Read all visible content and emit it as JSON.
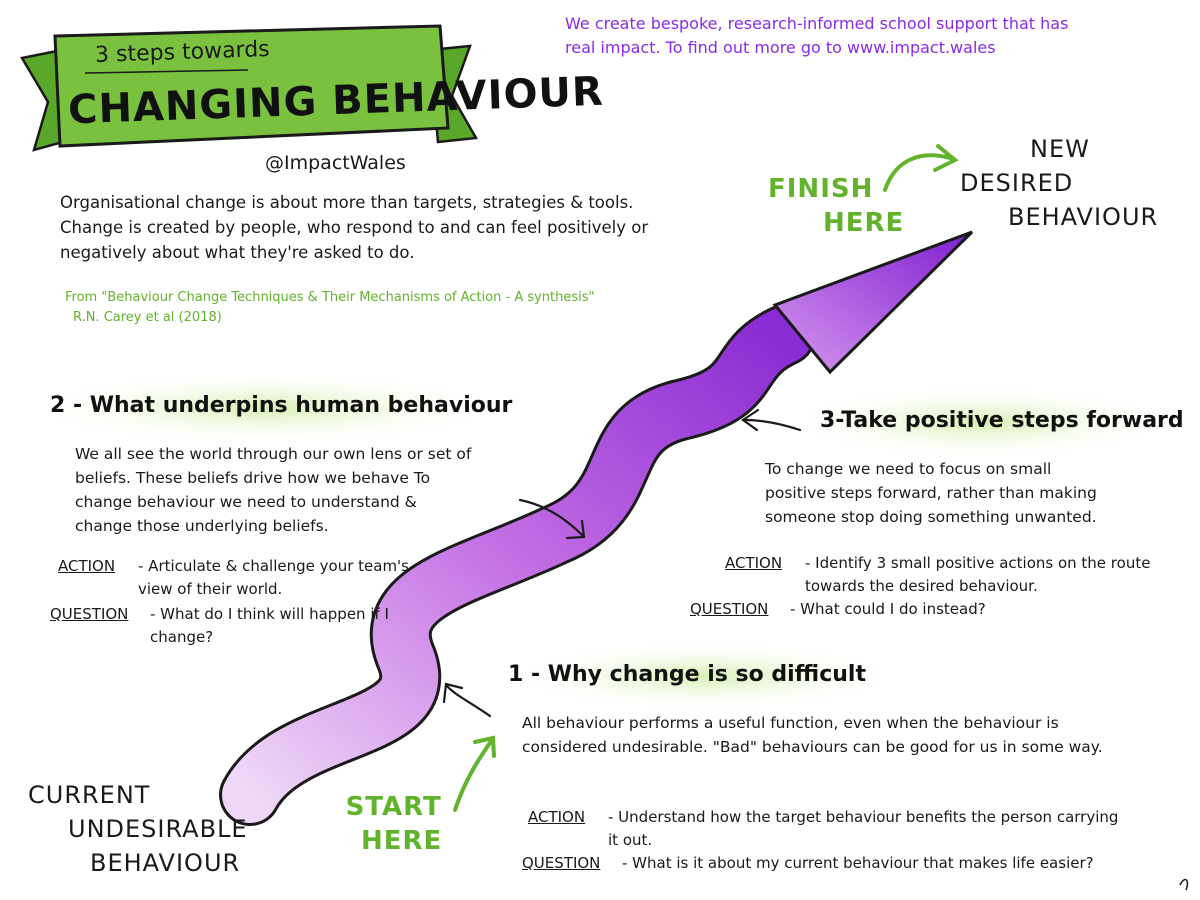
{
  "header": {
    "subtitle": "3 steps towards",
    "title": "CHANGING BEHAVIOUR",
    "handle": "@ImpactWales"
  },
  "promo": "We create bespoke, research-informed school support that has real impact. To find out more go to www.impact.wales",
  "intro": "Organisational change is about more than targets, strategies & tools. Change is created by people, who respond to and can feel positively or negatively about what they're asked to do.",
  "citation": {
    "line1": "From \"Behaviour Change Techniques & Their Mechanisms of Action - A synthesis\"",
    "line2": "R.N. Carey et al (2018)"
  },
  "sections": {
    "one": {
      "title": "1 - Why change is so difficult",
      "body": "All behaviour performs a useful function, even when the behaviour is considered undesirable. \"Bad\" behaviours can be good for us in some way.",
      "action_label": "ACTION",
      "action": "- Understand how the target behaviour benefits the person carrying it out.",
      "question_label": "QUESTION",
      "question": "- What is it about my current behaviour that makes life easier?"
    },
    "two": {
      "title": "2 - What underpins human behaviour",
      "body": "We all see the world through our own lens or set of beliefs. These beliefs drive how we behave To change behaviour we need to understand & change those underlying beliefs.",
      "action_label": "ACTION",
      "action": "- Articulate & challenge your team's view of their world.",
      "question_label": "QUESTION",
      "question": "- What do I think will happen if I change?"
    },
    "three": {
      "title": "3-Take positive steps forward",
      "body": "To change we need to focus on small positive steps forward, rather than making someone stop doing something unwanted.",
      "action_label": "ACTION",
      "action": "- Identify 3 small positive actions on the route towards the desired behaviour.",
      "question_label": "QUESTION",
      "question": "- What could I do instead?"
    }
  },
  "labels": {
    "start_1": "START",
    "start_2": "HERE",
    "finish_1": "FINISH",
    "finish_2": "HERE",
    "current_1": "CURRENT",
    "current_2": "UNDESIRABLE",
    "current_3": "BEHAVIOUR",
    "new_1": "NEW",
    "new_2": "DESIRED",
    "new_3": "BEHAVIOUR"
  },
  "colors": {
    "green": "#62b32c",
    "purple": "#a238d6",
    "highlight": "#d8efb4"
  }
}
